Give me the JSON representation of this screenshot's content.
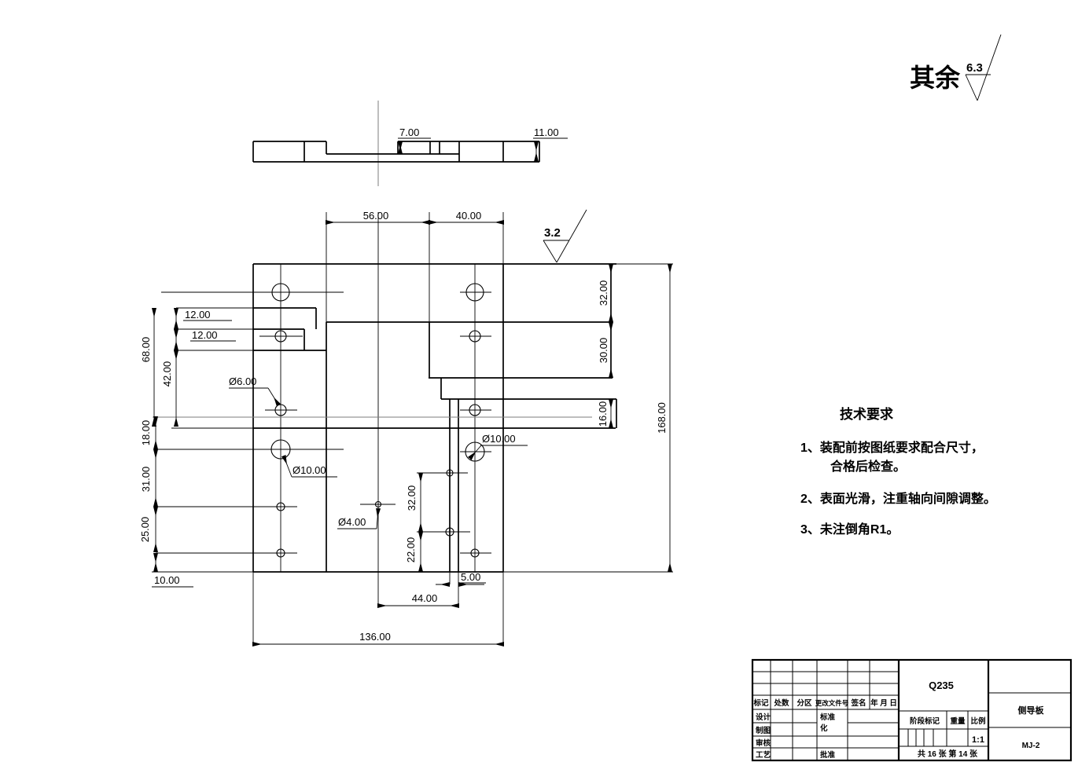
{
  "rough": {
    "general_prefix": "其余",
    "general_value": "6.3",
    "main_value": "3.2"
  },
  "top_view": {
    "d7": "7.00",
    "d11": "11.00"
  },
  "front_view": {
    "d56": "56.00",
    "d40": "40.00",
    "d32r": "32.00",
    "d30": "30.00",
    "d16": "16.00",
    "d168": "168.00",
    "d12a": "12.00",
    "d12b": "12.00",
    "d68": "68.00",
    "d42": "42.00",
    "d18": "18.00",
    "d31": "31.00",
    "d25": "25.00",
    "d10": "10.00",
    "d136": "136.00",
    "d44": "44.00",
    "d5": "5.00",
    "d32m": "32.00",
    "d22": "22.00",
    "dia6": "Ø6.00",
    "dia10l": "Ø10.00",
    "dia10r": "Ø10.00",
    "dia4": "Ø4.00"
  },
  "notes": {
    "title": "技术要求",
    "l1": "1、装配前按图纸要求配合尺寸，",
    "l2": "合格后检查。",
    "l3": "2、表面光滑，注重轴向间隙调整。",
    "l4": "3、未注倒角R1。"
  },
  "title_block": {
    "rev": {
      "c1": "标记",
      "c2": "处数",
      "c3": "分区",
      "c4": "更改文件号",
      "c5": "签名",
      "c6": "年 月 日"
    },
    "roles": {
      "r1": "设计",
      "r2": "制图",
      "r3": "审核",
      "r4": "工艺"
    },
    "std1": "标准",
    "std2": "化",
    "approve": "批准",
    "material": "Q235",
    "stage": "阶段标记",
    "weight": "重量",
    "ratio": "比例",
    "ratio_val": "1:1",
    "sheets": "共 16 张  第 14 张",
    "part_name": "侧导板",
    "drawing_no": "MJ-2"
  }
}
